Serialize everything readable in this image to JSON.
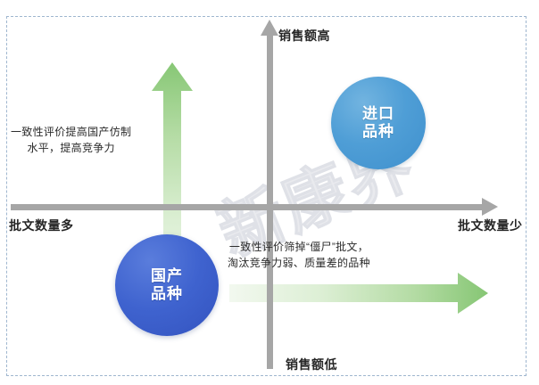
{
  "diagram": {
    "watermark": "新康界",
    "axes": {
      "vertical": {
        "top_label": "销售额高",
        "bottom_label": "销售额低",
        "color": "#a6a6a6"
      },
      "horizontal": {
        "left_label": "批文数量多",
        "right_label": "批文数量少",
        "color": "#a6a6a6"
      }
    },
    "bubbles": [
      {
        "id": "import",
        "line1": "进口",
        "line2": "品种",
        "color": "#4f9ed6",
        "quadrant": "top-right"
      },
      {
        "id": "domestic",
        "line1": "国产",
        "line2": "品种",
        "color": "#3f63cf",
        "quadrant": "bottom-left"
      }
    ],
    "arrows": [
      {
        "id": "up",
        "direction": "up",
        "color": "#8dc97e",
        "annotation_line1": "一致性评价提高国产仿制",
        "annotation_line2": "水平，提高竞争力"
      },
      {
        "id": "right",
        "direction": "right",
        "color": "#8dc97e",
        "annotation_line1": "一致性评价筛掉“僵尸”批文，",
        "annotation_line2": "淘汰竞争力弱、质量差的品种"
      }
    ]
  }
}
